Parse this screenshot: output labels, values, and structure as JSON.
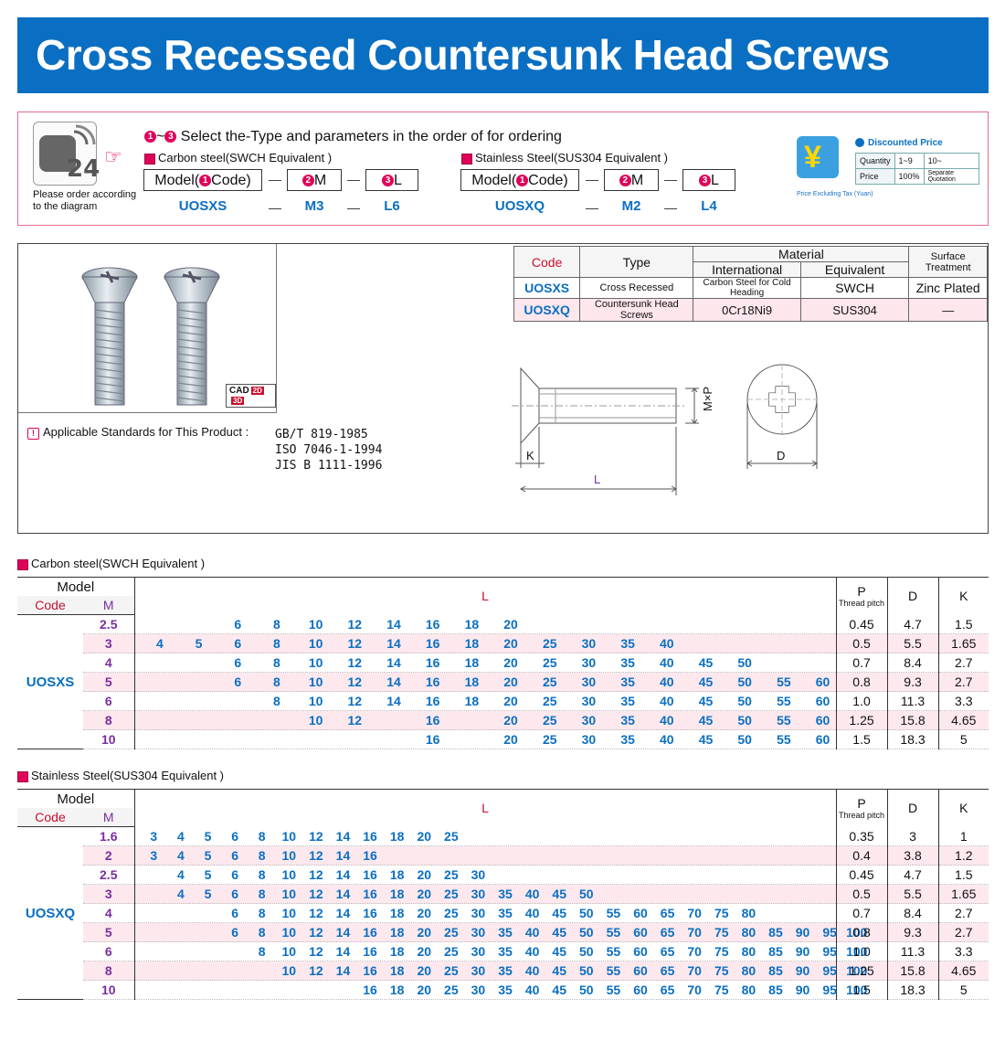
{
  "title": "Cross Recessed Countersunk Head Screws",
  "order": {
    "instruction_prefix": "1~3",
    "instruction": "Select the-Type and parameters in the order of for ordering",
    "note": "Please order according to the diagram",
    "carbon_label": "Carbon steel(SWCH Equivalent )",
    "stainless_label": "Stainless Steel(SUS304 Equivalent )",
    "box_model": "Model(",
    "box_code": "Code)",
    "box_m": "M",
    "box_l": "L",
    "dash": "—",
    "carbon_example": {
      "code": "UOSXS",
      "m": "M3",
      "l": "L6"
    },
    "stainless_example": {
      "code": "UOSXQ",
      "m": "M2",
      "l": "L4"
    }
  },
  "price": {
    "yen_glyph": "¥",
    "caption": "Price Excluding Tax (Yuan)",
    "discounted_label": "Discounted Price",
    "quantity_label": "Quantity",
    "q1": "1~9",
    "q2": "10~",
    "price_label": "Price",
    "p1": "100%",
    "p2": "Separate Quotation"
  },
  "cad_badge": "CAD",
  "cad_2d": "2D",
  "cad_3d": "3D",
  "standards_label": "Applicable Standards for This Product :",
  "standards": [
    "GB/T 819-1985",
    "ISO 7046-1-1994",
    "JIS B 1111-1996"
  ],
  "material_table": {
    "h_code": "Code",
    "h_type": "Type",
    "h_material": "Material",
    "h_surface": "Surface Treatment",
    "h_international": "International",
    "h_equivalent": "Equivalent",
    "rows": [
      {
        "code": "UOSXS",
        "type": "Cross Recessed",
        "international": "Carbon Steel for Cold Heading",
        "equivalent": "SWCH",
        "surface": "Zinc Plated"
      },
      {
        "code": "UOSXQ",
        "type": "Countersunk Head Screws",
        "international": "0Cr18Ni9",
        "equivalent": "SUS304",
        "surface": "—"
      }
    ]
  },
  "drawing": {
    "mp": "M×P",
    "k": "K",
    "l": "L",
    "d": "D"
  },
  "carbon_table": {
    "title": "Carbon steel(SWCH Equivalent )",
    "h_model": "Model",
    "h_code": "Code",
    "h_m": "M",
    "h_l": "L",
    "h_p": "P",
    "h_p_sub": "Thread pitch",
    "h_d": "D",
    "h_k": "K",
    "code": "UOSXS",
    "rows": [
      {
        "m": "2.5",
        "l": [
          "",
          "",
          "6",
          "8",
          "10",
          "12",
          "14",
          "16",
          "18",
          "20",
          "",
          "",
          "",
          "",
          "",
          "",
          "",
          ""
        ],
        "p": "0.45",
        "d": "4.7",
        "k": "1.5"
      },
      {
        "m": "3",
        "l": [
          "4",
          "5",
          "6",
          "8",
          "10",
          "12",
          "14",
          "16",
          "18",
          "20",
          "25",
          "30",
          "35",
          "40",
          "",
          "",
          "",
          ""
        ],
        "p": "0.5",
        "d": "5.5",
        "k": "1.65"
      },
      {
        "m": "4",
        "l": [
          "",
          "",
          "6",
          "8",
          "10",
          "12",
          "14",
          "16",
          "18",
          "20",
          "25",
          "30",
          "35",
          "40",
          "45",
          "50",
          "",
          ""
        ],
        "p": "0.7",
        "d": "8.4",
        "k": "2.7"
      },
      {
        "m": "5",
        "l": [
          "",
          "",
          "6",
          "8",
          "10",
          "12",
          "14",
          "16",
          "18",
          "20",
          "25",
          "30",
          "35",
          "40",
          "45",
          "50",
          "55",
          "60"
        ],
        "p": "0.8",
        "d": "9.3",
        "k": "2.7"
      },
      {
        "m": "6",
        "l": [
          "",
          "",
          "",
          "8",
          "10",
          "12",
          "14",
          "16",
          "18",
          "20",
          "25",
          "30",
          "35",
          "40",
          "45",
          "50",
          "55",
          "60"
        ],
        "p": "1.0",
        "d": "11.3",
        "k": "3.3"
      },
      {
        "m": "8",
        "l": [
          "",
          "",
          "",
          "",
          "10",
          "12",
          "",
          "16",
          "",
          "20",
          "25",
          "30",
          "35",
          "40",
          "45",
          "50",
          "55",
          "60"
        ],
        "p": "1.25",
        "d": "15.8",
        "k": "4.65"
      },
      {
        "m": "10",
        "l": [
          "",
          "",
          "",
          "",
          "",
          "",
          "",
          "16",
          "",
          "20",
          "25",
          "30",
          "35",
          "40",
          "45",
          "50",
          "55",
          "60"
        ],
        "p": "1.5",
        "d": "18.3",
        "k": "5"
      }
    ]
  },
  "stainless_table": {
    "title": "Stainless Steel(SUS304 Equivalent )",
    "h_model": "Model",
    "h_code": "Code",
    "h_m": "M",
    "h_l": "L",
    "h_p": "P",
    "h_p_sub": "Thread pitch",
    "h_d": "D",
    "h_k": "K",
    "code": "UOSXQ",
    "rows": [
      {
        "m": "1.6",
        "l": [
          "3",
          "4",
          "5",
          "6",
          "8",
          "10",
          "12",
          "14",
          "16",
          "18",
          "20",
          "25",
          "",
          "",
          "",
          "",
          "",
          "",
          "",
          "",
          "",
          "",
          "",
          "",
          "",
          "",
          ""
        ],
        "p": "0.35",
        "d": "3",
        "k": "1"
      },
      {
        "m": "2",
        "l": [
          "3",
          "4",
          "5",
          "6",
          "8",
          "10",
          "12",
          "14",
          "16",
          "",
          "",
          "",
          "",
          "",
          "",
          "",
          "",
          "",
          "",
          "",
          "",
          "",
          "",
          "",
          "",
          "",
          ""
        ],
        "p": "0.4",
        "d": "3.8",
        "k": "1.2"
      },
      {
        "m": "2.5",
        "l": [
          "",
          "4",
          "5",
          "6",
          "8",
          "10",
          "12",
          "14",
          "16",
          "18",
          "20",
          "25",
          "30",
          "",
          "",
          "",
          "",
          "",
          "",
          "",
          "",
          "",
          "",
          "",
          "",
          "",
          ""
        ],
        "p": "0.45",
        "d": "4.7",
        "k": "1.5"
      },
      {
        "m": "3",
        "l": [
          "",
          "4",
          "5",
          "6",
          "8",
          "10",
          "12",
          "14",
          "16",
          "18",
          "20",
          "25",
          "30",
          "35",
          "40",
          "45",
          "50",
          "",
          "",
          "",
          "",
          "",
          "",
          "",
          "",
          "",
          ""
        ],
        "p": "0.5",
        "d": "5.5",
        "k": "1.65"
      },
      {
        "m": "4",
        "l": [
          "",
          "",
          "",
          "6",
          "8",
          "10",
          "12",
          "14",
          "16",
          "18",
          "20",
          "25",
          "30",
          "35",
          "40",
          "45",
          "50",
          "55",
          "60",
          "65",
          "70",
          "75",
          "80",
          "",
          "",
          "",
          ""
        ],
        "p": "0.7",
        "d": "8.4",
        "k": "2.7"
      },
      {
        "m": "5",
        "l": [
          "",
          "",
          "",
          "6",
          "8",
          "10",
          "12",
          "14",
          "16",
          "18",
          "20",
          "25",
          "30",
          "35",
          "40",
          "45",
          "50",
          "55",
          "60",
          "65",
          "70",
          "75",
          "80",
          "85",
          "90",
          "95",
          "100"
        ],
        "p": "0.8",
        "d": "9.3",
        "k": "2.7"
      },
      {
        "m": "6",
        "l": [
          "",
          "",
          "",
          "",
          "8",
          "10",
          "12",
          "14",
          "16",
          "18",
          "20",
          "25",
          "30",
          "35",
          "40",
          "45",
          "50",
          "55",
          "60",
          "65",
          "70",
          "75",
          "80",
          "85",
          "90",
          "95",
          "100"
        ],
        "p": "1.0",
        "d": "11.3",
        "k": "3.3"
      },
      {
        "m": "8",
        "l": [
          "",
          "",
          "",
          "",
          "",
          "10",
          "12",
          "14",
          "16",
          "18",
          "20",
          "25",
          "30",
          "35",
          "40",
          "45",
          "50",
          "55",
          "60",
          "65",
          "70",
          "75",
          "80",
          "85",
          "90",
          "95",
          "100"
        ],
        "p": "1.25",
        "d": "15.8",
        "k": "4.65"
      },
      {
        "m": "10",
        "l": [
          "",
          "",
          "",
          "",
          "",
          "",
          "",
          "",
          "16",
          "18",
          "20",
          "25",
          "30",
          "35",
          "40",
          "45",
          "50",
          "55",
          "60",
          "65",
          "70",
          "75",
          "80",
          "85",
          "90",
          "95",
          "100"
        ],
        "p": "1.5",
        "d": "18.3",
        "k": "5"
      }
    ]
  }
}
